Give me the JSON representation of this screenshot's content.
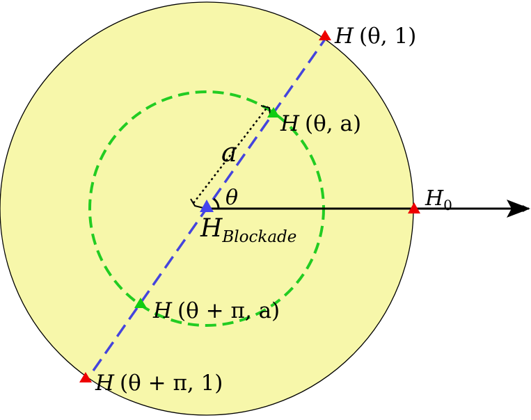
{
  "diagram": {
    "colors": {
      "outer_fill": "#f7f7aa",
      "outer_stroke": "#000000",
      "inner_circle": "#22cc22",
      "diameter_line": "#4444dd",
      "red_marker": "#ee0000",
      "green_marker": "#11cc11",
      "blue_marker": "#4444ee",
      "axis": "#000000"
    },
    "labels": {
      "h_theta_1": {
        "H": "H",
        "args": "(θ, 1)"
      },
      "h_theta_a": {
        "H": "H",
        "args": "(θ, a)"
      },
      "h_theta_pi_a": {
        "H": "H",
        "args": "(θ + π, a)"
      },
      "h_theta_pi_1": {
        "H": "H",
        "args": "(θ + π, 1)"
      },
      "h0": {
        "H": "H",
        "sub": "0"
      },
      "h_blockade": {
        "H": "H",
        "sub": "Blockade"
      },
      "theta": "θ",
      "radius_a": "a"
    }
  }
}
